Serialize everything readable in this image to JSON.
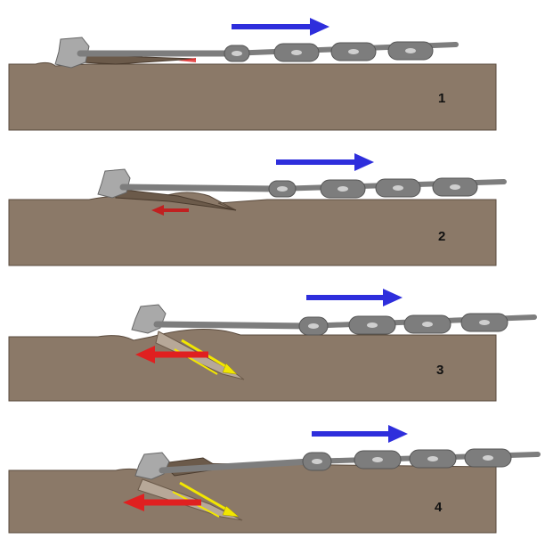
{
  "colors": {
    "seabed_fill": "#8b7968",
    "seabed_stroke": "#5a4a3c",
    "chain_fill": "#7d7d7d",
    "chain_stroke": "#555555",
    "anchor_fill": "#a9a9a9",
    "anchor_dark": "#8a8a8a",
    "fluke_fill": "#6b5a4a",
    "pull_arrow": "#2e2edc",
    "resist_arrow": "#e02020",
    "penetration_arrow": "#f2e600"
  },
  "panels": [
    {
      "number": "1",
      "pull_arrow": true,
      "resist_arrow": "small-hidden",
      "penetration_arrow": false
    },
    {
      "number": "2",
      "pull_arrow": true,
      "resist_arrow": "small",
      "penetration_arrow": false
    },
    {
      "number": "3",
      "pull_arrow": true,
      "resist_arrow": "large",
      "penetration_arrow": true
    },
    {
      "number": "4",
      "pull_arrow": true,
      "resist_arrow": "large",
      "penetration_arrow": true
    }
  ]
}
